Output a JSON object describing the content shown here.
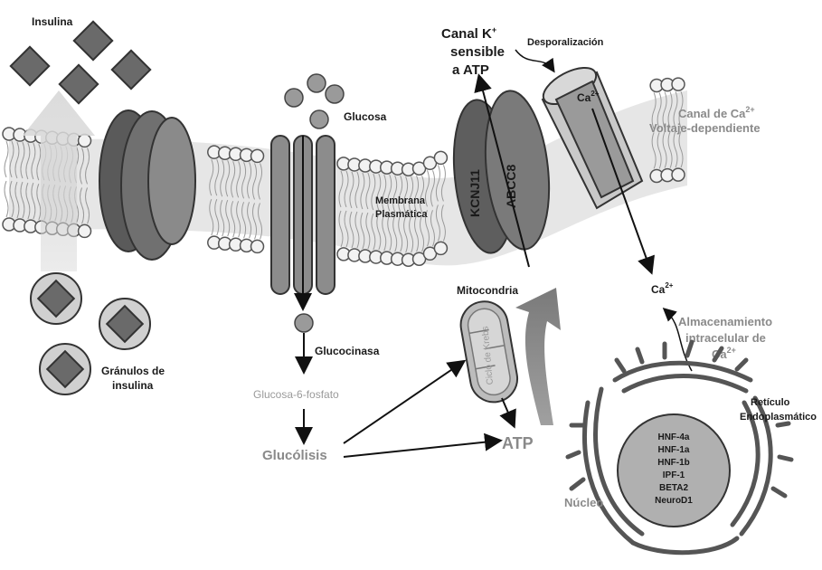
{
  "labels": {
    "insulina": "Insulina",
    "glucosa": "Glucosa",
    "membrana_1": "Membrana",
    "membrana_2": "Plasmática",
    "canal_k_1": "Canal K",
    "canal_k_sup": "+",
    "canal_k_2": "sensible",
    "canal_k_3": "a ATP",
    "desporalizacion": "Desporalización",
    "ca_channel_label": "Ca",
    "ca_sup": "2+",
    "canal_ca_1": "Canal de Ca",
    "canal_ca_sup": "2+",
    "canal_ca_2": "Voltaje-dependiente",
    "kcnj11": "KCNJ11",
    "abcc8": "ABCC8",
    "ca_intra": "Ca",
    "ca_intra_sup": "2+",
    "almac_1": "Almacenamiento",
    "almac_2": "intracelular de",
    "almac_3": "Ca",
    "almac_sup": "2+",
    "mitocondria": "Mitocondria",
    "ciclo_krebs": "Ciclo de Krebs",
    "glucocinasa": "Glucocinasa",
    "glucosa6": "Glucosa-6-fosfato",
    "glucolisis": "Glucólisis",
    "atp": "ATP",
    "granulos_1": "Gránulos de",
    "granulos_2": "insulina",
    "reticulo_1": "Retículo",
    "reticulo_2": "Endoplasmático",
    "nucleo": "Núcleo",
    "genes": [
      "HNF-4a",
      "HNF-1a",
      "HNF-1b",
      "IPF-1",
      "BETA2",
      "NeuroD1"
    ]
  },
  "colors": {
    "dark_grey": "#5f5f5f",
    "mid_grey": "#8c8c8c",
    "light_grey": "#c8c8c8",
    "membrane_bead": "#f0f0f0"
  }
}
